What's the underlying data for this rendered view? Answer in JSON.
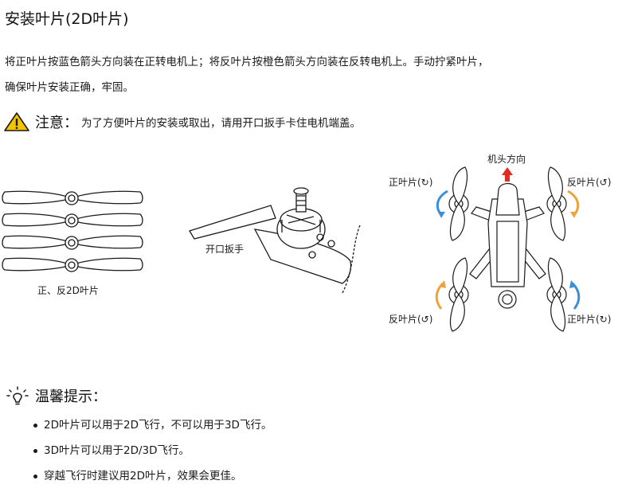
{
  "title": "安装叶片(2D叶片)",
  "instructions": {
    "line1": "将正叶片按蓝色箭头方向装在正转电机上；将反叶片按橙色箭头方向装在反转电机上。手动拧紧叶片，",
    "line2": "确保叶片安装正确，牢固。"
  },
  "notice": {
    "label": "注意：",
    "text": "为了方便叶片的安装或取出，请用开口扳手卡住电机端盖。"
  },
  "figure": {
    "propellers_caption": "正、反2D叶片",
    "wrench_caption": "开口扳手",
    "nose_label": "机头方向",
    "tl_label": "正叶片(↻)",
    "tr_label": "反叶片(↺)",
    "bl_label": "反叶片(↺)",
    "br_label": "正叶片(↻)"
  },
  "colors": {
    "blue_arrow": "#3b8fd8",
    "orange_arrow": "#eea33a",
    "nose_arrow": "#e32b23",
    "warning": "#f3c400"
  },
  "tips": {
    "label": "温馨提示：",
    "items": [
      "2D叶片可以用于2D飞行，不可以用于3D飞行。",
      "3D叶片可以用于2D/3D飞行。",
      "穿越飞行时建议用2D叶片，效果会更佳。"
    ]
  }
}
